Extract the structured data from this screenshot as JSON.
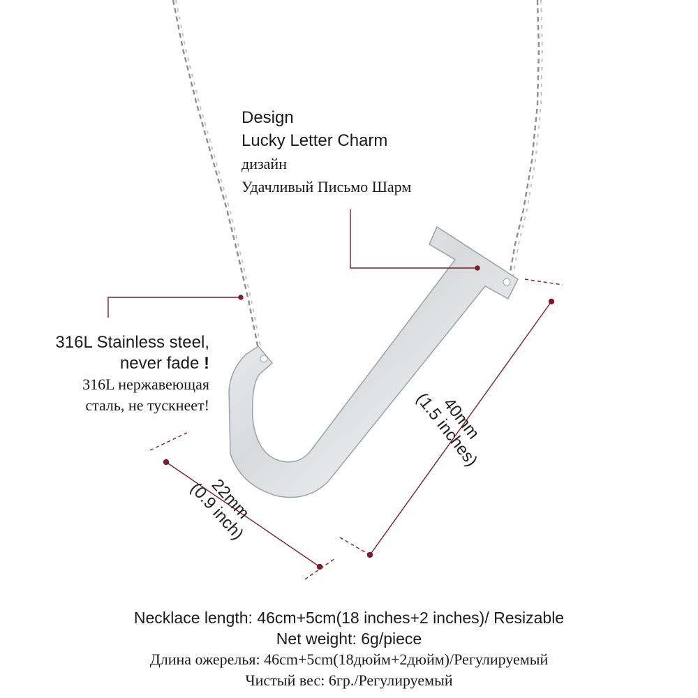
{
  "design_callout": {
    "lines": [
      "Design",
      "Lucky Letter Charm",
      "дизайн",
      "Удачливый Письмо Шарм"
    ]
  },
  "material_callout": {
    "line1": "316L Stainless steel,",
    "line2": "never fade",
    "line2_mark": "!",
    "line3": "316L нержавеющая",
    "line4": "сталь, не тускнеет!"
  },
  "dimensions": {
    "height_mm": "40mm",
    "height_in": "(1.5 inches)",
    "width_mm": "22mm",
    "width_in": "(0.9 inch)"
  },
  "specs": {
    "necklace_length": "Necklace length: 46cm+5cm(18 inches+2 inches)/ Resizable",
    "net_weight": "Net weight: 6g/piece",
    "length_ru": "Длина ожерелья: 46cm+5cm(18дюйм+2дюйм)/Регулируемый",
    "weight_ru": "Чистый вес: 6гр./Регулируемый"
  },
  "colors": {
    "annotation": "#7a1f2b",
    "metal": "#d9dbdd",
    "text": "#1a1a1a"
  }
}
